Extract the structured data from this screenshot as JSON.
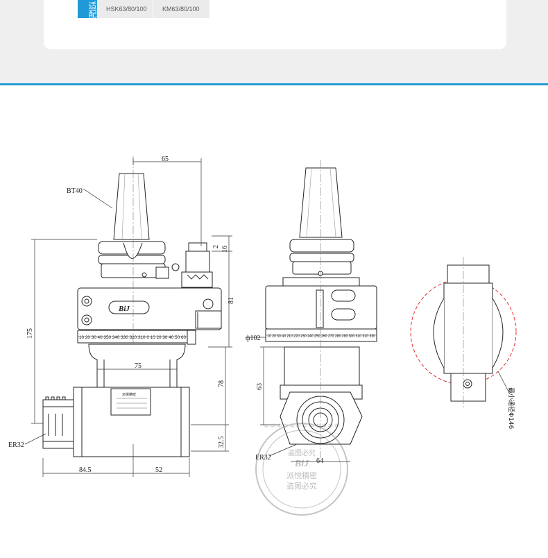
{
  "spec": {
    "tab_label": "适配",
    "cells": [
      "HSK63/80/100",
      "KM63/80/100"
    ]
  },
  "drawing": {
    "label_bt40": "BT40",
    "label_er32_left": "ER32",
    "label_er32_right": "ER32",
    "brand_badge": "BiJ",
    "plate_title": "派悦精密",
    "min_diameter_note": "最小通径Φ146",
    "scale_left": "10 20 30 40 350 340 330 320 310 0 10 20 30 40 50 60",
    "scale_right": "10 20 30 40 210 220 230 240 250 260 270 280 290 300 310 320 330",
    "dims": {
      "d65": "65",
      "d2": "2",
      "d16": "16",
      "d81": "81",
      "d175": "175",
      "d75": "75",
      "d78": "78",
      "d32_5": "32.5",
      "d84_5": "84.5",
      "d52": "52",
      "d102": "ф102",
      "d63": "63",
      "d64": "64"
    }
  },
  "watermark": {
    "ring_text": "中 中 中 中 中 中 中 中 中 中 中 中",
    "logo": "BiJ",
    "line1": "派悦精密",
    "line2": "盗图必究",
    "top": "盗图必究"
  },
  "colors": {
    "accent": "#1f9ad6",
    "band": "#efeff0",
    "red_dash": "#e03030"
  }
}
